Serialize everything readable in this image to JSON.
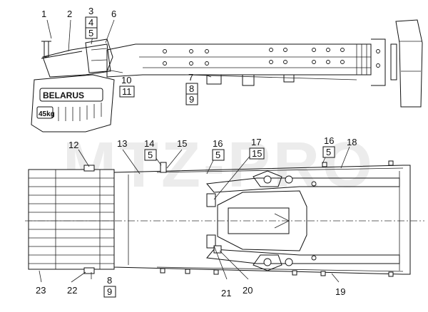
{
  "watermark": "MTZ-PRO",
  "weight_brand": "BELARUS",
  "weight_mass": "45kg",
  "callouts": {
    "c1": "1",
    "c2": "2",
    "c3": "3",
    "c4": "4",
    "c5": "5",
    "c6": "6",
    "c7": "7",
    "c8": "8",
    "c9": "9",
    "c10": "10",
    "c11": "11",
    "c12": "12",
    "c13": "13",
    "c14": "14",
    "c14b": "5",
    "c15": "15",
    "c16": "16",
    "c16b": "5",
    "c17": "17",
    "c17b": "15",
    "c16r": "16",
    "c16rb": "5",
    "c18": "18",
    "c19": "19",
    "c20": "20",
    "c21": "21",
    "c22": "22",
    "c8b": "8",
    "c9b": "9",
    "c23": "23"
  }
}
